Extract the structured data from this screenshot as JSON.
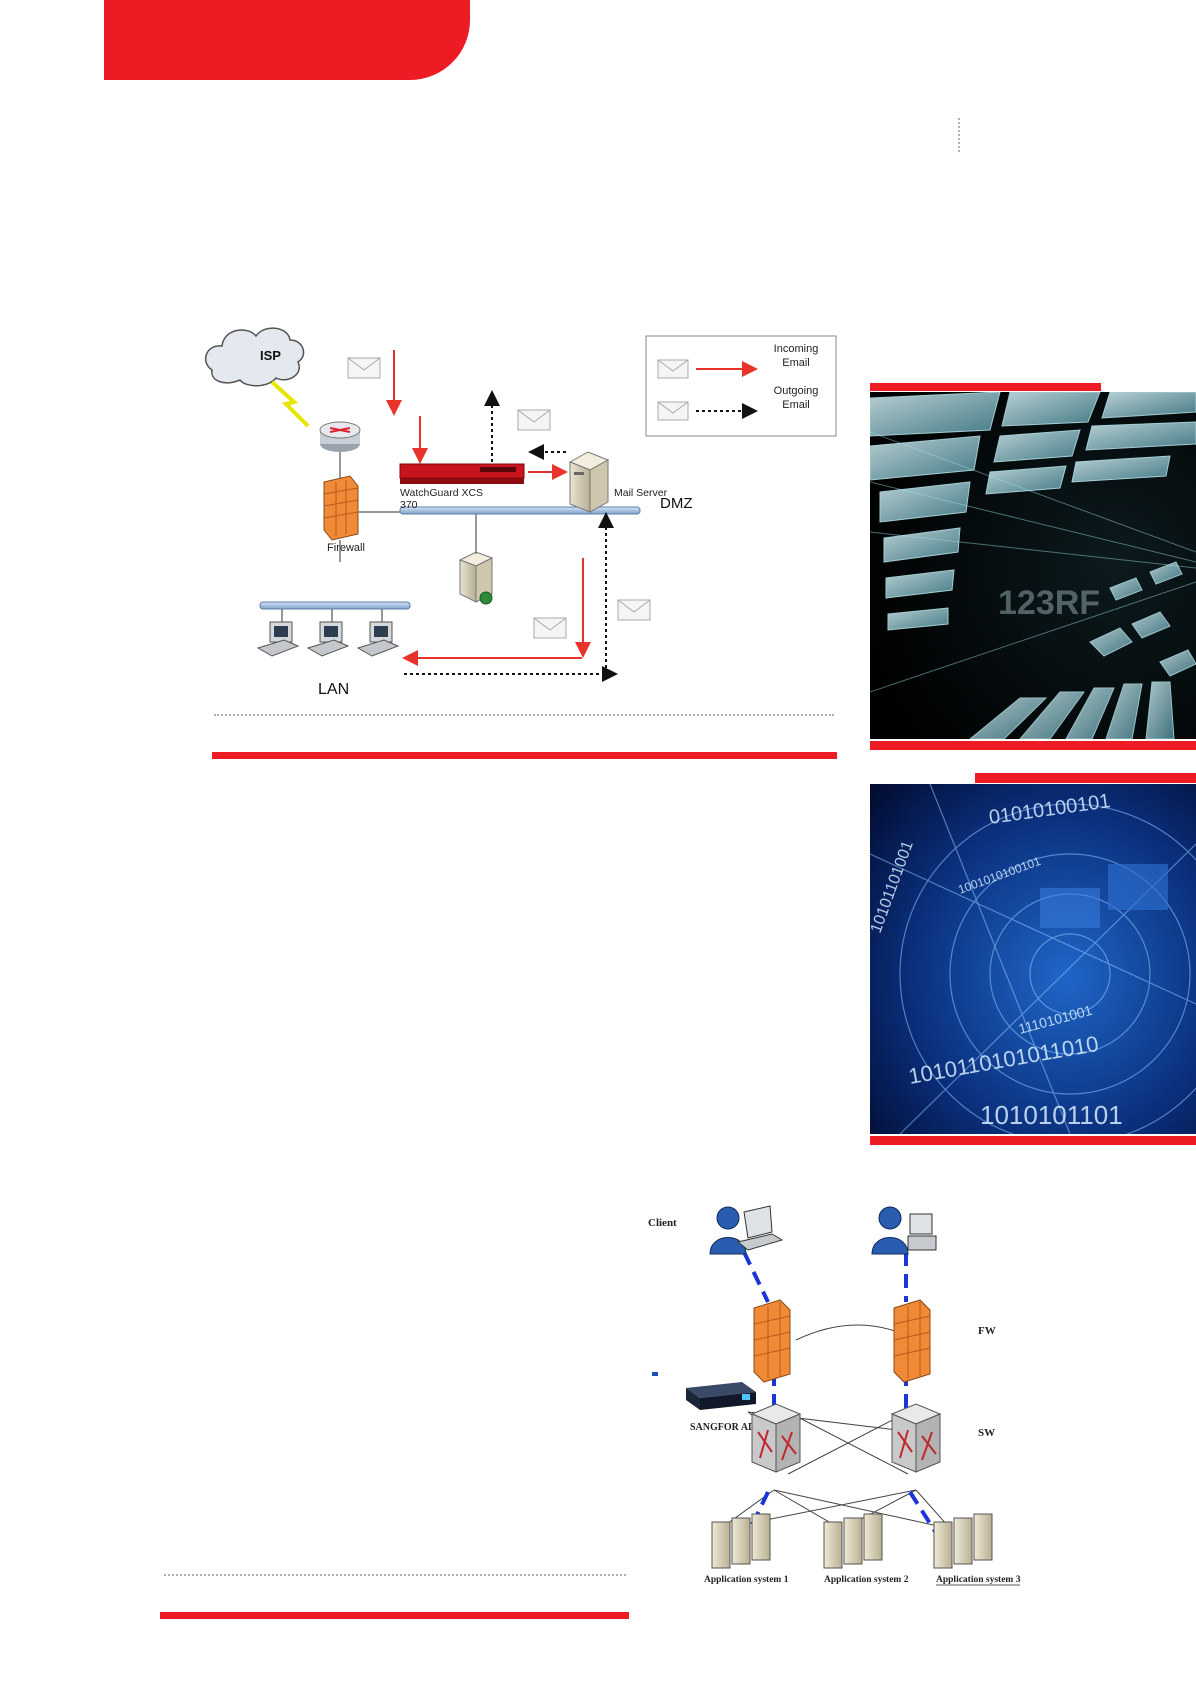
{
  "colors": {
    "accent": "#ed1c24",
    "incoming": "#e8322c",
    "outgoing": "#111111",
    "bus": "#a9c4e6",
    "firewall": "#f08a36"
  },
  "diagram1": {
    "isp_label": "ISP",
    "legend": {
      "incoming": "Incoming\nEmail",
      "outgoing": "Outgoing\nEmail"
    },
    "watchguard_label": "WatchGuard XCS\n370",
    "mail_server_label": "Mail Server",
    "dmz_label": "DMZ",
    "firewall_label": "Firewall",
    "lan_label": "LAN",
    "icons": [
      "cloud-icon",
      "router-icon",
      "firewall-icon",
      "appliance-icon",
      "server-icon",
      "envelope-icon",
      "workstation-icon",
      "lightning-icon"
    ]
  },
  "diagram2": {
    "client_label": "Client",
    "fw_label": "FW",
    "sw_label": "SW",
    "sangfor_label": "SANGFOR AD",
    "app_labels": [
      "Application system 1",
      "Application system 2",
      "Application system 3"
    ],
    "icons": [
      "user-laptop-icon",
      "user-desktop-icon",
      "firewall-icon",
      "switch-icon",
      "load-balancer-icon",
      "server-icon"
    ]
  },
  "photos": {
    "photo1_watermark": "123RF"
  }
}
